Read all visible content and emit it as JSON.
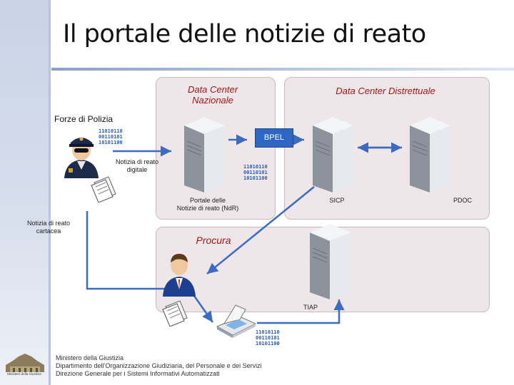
{
  "slide": {
    "title": "Il portale delle notizie di reato"
  },
  "nodes": {
    "data_center_nazionale": "Data Center\nNazionale",
    "data_center_distrettuale": "Data Center Distrettuale",
    "forze_di_polizia": "Forze di Polizia",
    "bpel": "BPEL",
    "notizia_digitale": "Notizia di reato\ndigitale",
    "notizia_cartacea": "Notizia di reato\ncartacea",
    "portale": "Portale delle\nNotizie di reato (NdR)",
    "sicp": "SICP",
    "pdoc": "PDOC",
    "procura": "Procura",
    "tiap": "TIAP"
  },
  "binary": "11010110\n00110101\n10101100",
  "footer": {
    "line1": "Ministero della Giustizia",
    "line2": "Dipartimento dell’Organizzazione Giudiziaria, del Personale e dei Servizi",
    "line3": "Direzione Generale per i Sistemi Informativi Automatizzati"
  },
  "logo_text": "Ministero della Giustizia",
  "colors": {
    "accent_blue": "#2e66c4",
    "label_red": "#a01818",
    "panel": "#efe6e9"
  }
}
